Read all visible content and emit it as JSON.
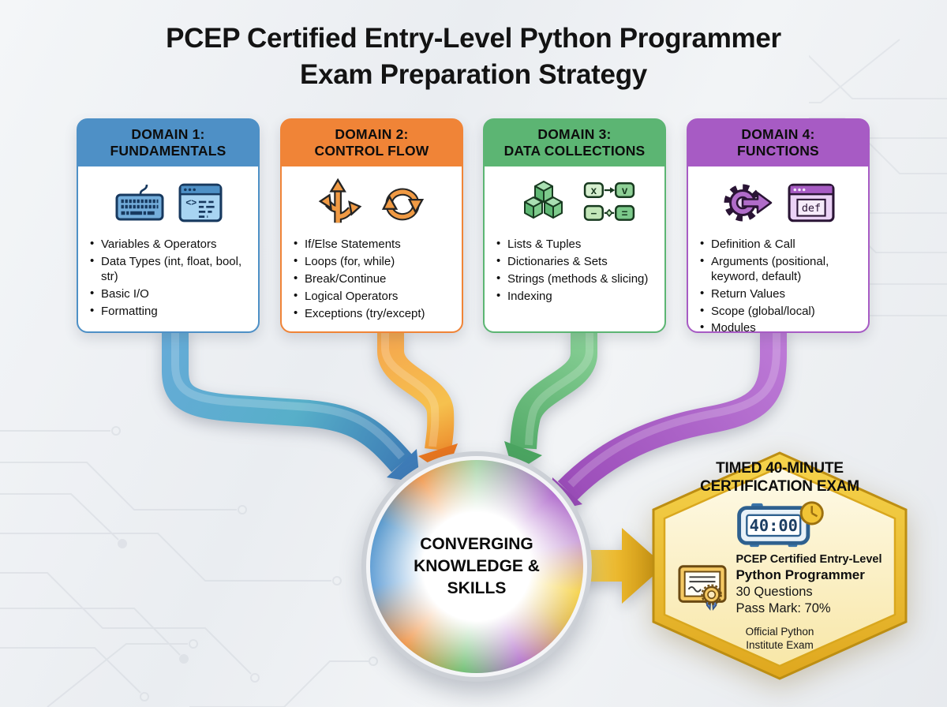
{
  "title": {
    "line1": "PCEP Certified Entry-Level Python Programmer",
    "line2": "Exam Preparation Strategy"
  },
  "domains": [
    {
      "header_line1": "DOMAIN 1:",
      "header_line2": "FUNDAMENTALS",
      "accent": "#4E90C6",
      "icons": [
        "keyboard-icon",
        "code-window-icon"
      ],
      "icon_glyph": "<>",
      "bullets": [
        "Variables & Operators",
        "Data Types (int, float, bool, str)",
        "Basic I/O",
        "Formatting"
      ]
    },
    {
      "header_line1": "DOMAIN 2:",
      "header_line2": "CONTROL FLOW",
      "accent": "#F08437",
      "icons": [
        "branch-arrows-icon",
        "loop-arrows-icon"
      ],
      "bullets": [
        "If/Else Statements",
        "Loops (for, while)",
        "Break/Continue",
        "Logical Operators",
        "Exceptions (try/except)"
      ]
    },
    {
      "header_line1": "DOMAIN 3:",
      "header_line2": "DATA COLLECTIONS",
      "accent": "#5CB573",
      "icons": [
        "stacked-boxes-icon",
        "key-value-icon"
      ],
      "icon_glyphs": {
        "k1": "x",
        "v1": "v",
        "k2": "−",
        "v2": "="
      },
      "bullets": [
        "Lists & Tuples",
        "Dictionaries & Sets",
        "Strings (methods & slicing)",
        "Indexing"
      ]
    },
    {
      "header_line1": "DOMAIN 4:",
      "header_line2": "FUNCTIONS",
      "accent": "#A75BC4",
      "icons": [
        "gear-arrow-icon",
        "def-window-icon"
      ],
      "icon_glyph": "def",
      "bullets": [
        "Definition & Call",
        "Arguments (positional, keyword, default)",
        "Return Values",
        "Scope (global/local)",
        "Modules"
      ]
    }
  ],
  "convergence": {
    "line1": "CONVERGING",
    "line2": "KNOWLEDGE &",
    "line3": "SKILLS"
  },
  "exam_badge": {
    "title_line1": "TIMED 40-MINUTE",
    "title_line2": "CERTIFICATION EXAM",
    "timer_value": "40:00",
    "cert_name_line1": "PCEP Certified Entry-Level",
    "cert_name_line2": "Python Programmer",
    "questions": "30 Questions",
    "pass_mark": "Pass Mark: 70%",
    "footer_line1": "Official Python",
    "footer_line2": "Institute Exam"
  },
  "colors": {
    "domain1_blue": "#4E90C6",
    "domain2_orange": "#F08437",
    "domain3_green": "#5CB573",
    "domain4_purple": "#A75BC4",
    "badge_gold": "#E0A81E",
    "background": "#EDF0F3"
  }
}
